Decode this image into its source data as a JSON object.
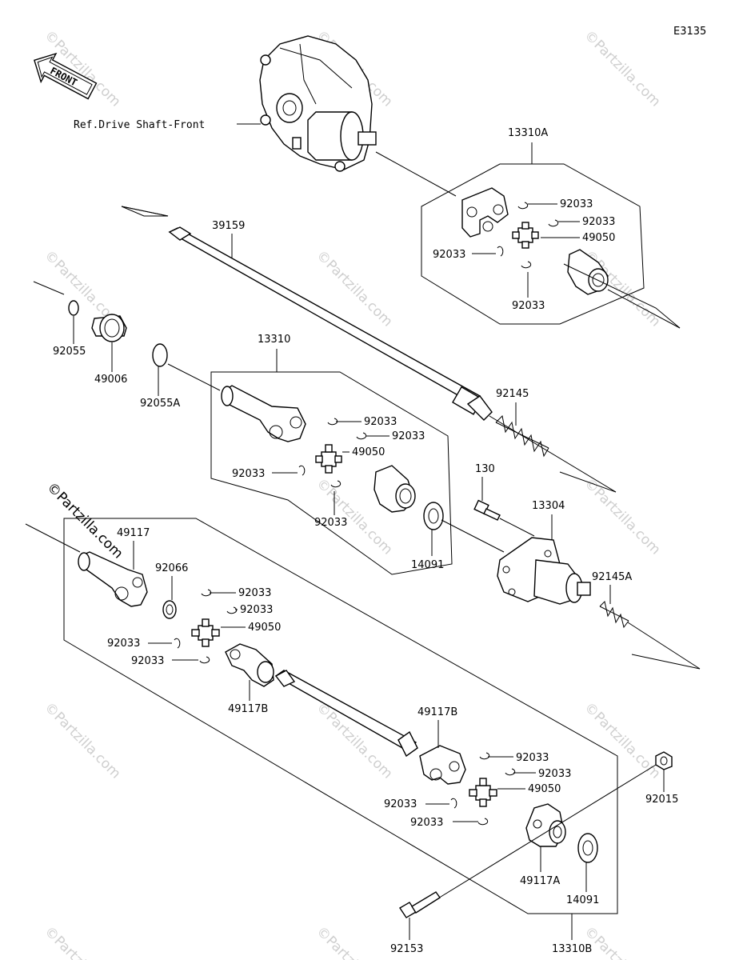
{
  "diagram_code": "E3135",
  "front_label": "FRONT",
  "ref_label": "Ref.Drive Shaft-Front",
  "watermark": "©Partzilla.com",
  "parts": {
    "p13310A": "13310A",
    "p39159": "39159",
    "p92055": "92055",
    "p49006": "49006",
    "p92055A": "92055A",
    "p13310": "13310",
    "p92145": "92145",
    "p130": "130",
    "p13304": "13304",
    "p14091_top": "14091",
    "p92145A": "92145A",
    "p49117": "49117",
    "p92066": "92066",
    "p49117B_left": "49117B",
    "p49117B_right": "49117B",
    "p92015": "92015",
    "p49117A": "49117A",
    "p14091_bottom": "14091",
    "p92153": "92153",
    "p13310B": "13310B",
    "g1_a": "92033",
    "g1_b": "92033",
    "g1_c": "92033",
    "g1_d": "92033",
    "g1_e": "49050",
    "g2_a": "92033",
    "g2_b": "92033",
    "g2_c": "92033",
    "g2_d": "92033",
    "g2_e": "49050",
    "g3_a": "92033",
    "g3_b": "92033",
    "g3_c": "92033",
    "g3_d": "92033",
    "g3_e": "49050",
    "g4_a": "92033",
    "g4_b": "92033",
    "g4_c": "92033",
    "g4_d": "92033",
    "g4_e": "49050"
  }
}
